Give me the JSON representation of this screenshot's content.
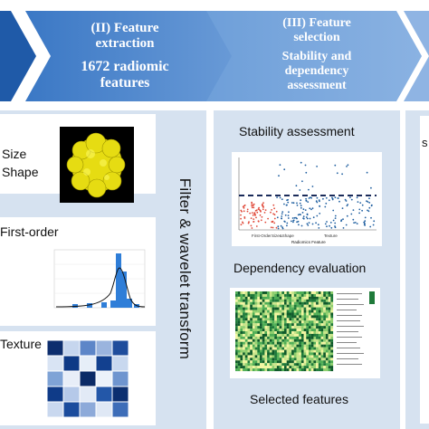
{
  "stages": {
    "stage2": {
      "line1": "(II) Feature",
      "line2": "extraction",
      "line3": "1672 radiomic",
      "line4": "features"
    },
    "stage3": {
      "line1": "(III) Feature",
      "line2": "selection",
      "line3": "Stability and",
      "line4": "dependency",
      "line5": "assessment"
    }
  },
  "features": {
    "size_shape_1": "Size",
    "size_shape_2": "Shape",
    "first_order": "First-order",
    "texture": "Texture"
  },
  "transform_label": "Filter & wavelet transform",
  "selection": {
    "stability": "Stability assessment",
    "dependency": "Dependency evaluation",
    "selected": "Selected features",
    "scatter_xlabel": "Radiomics Feature",
    "scatter_groups": [
      "First-Order",
      "Size&Shape",
      "Texture"
    ]
  },
  "right_edge_text": "s",
  "colors": {
    "arrow_dark": "#2e6db6",
    "arrow_light": "#5b8fd1",
    "panel": "#d6e2f0",
    "heatmap_dark": "#1f7a3a",
    "heatmap_light": "#f2f6a0"
  }
}
